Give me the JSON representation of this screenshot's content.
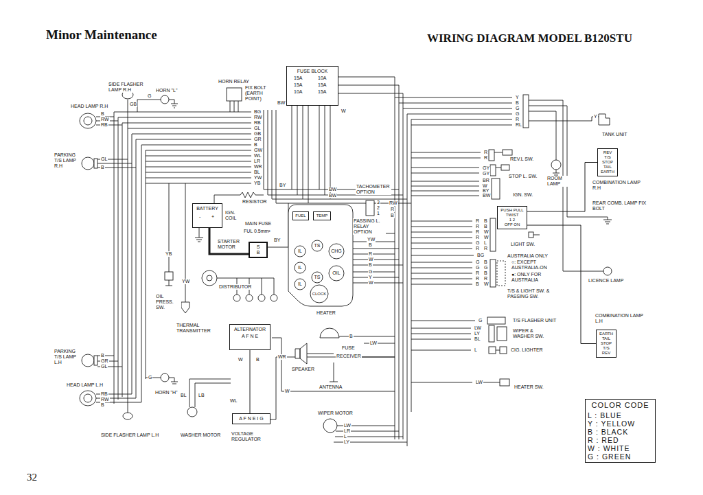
{
  "diagram": {
    "title": "WIRING DIAGRAM MODEL B120STU",
    "nodes": [
      {
        "text": [
          "FUSE BLOCK"
        ]
      },
      {
        "text": [
          "BATTERY"
        ]
      },
      {
        "text": [
          "S",
          "B"
        ]
      },
      {
        "text": [
          "ALTERNATOR",
          "A F N E"
        ]
      },
      {
        "text": [
          "A F N E I G"
        ]
      },
      {
        "text": [
          "FUEL"
        ]
      },
      {
        "text": [
          "TEMP"
        ]
      },
      {
        "text": [
          "REV",
          "T/S",
          "STOP",
          "TAIL",
          "EARTH"
        ]
      },
      {
        "text": [
          "PUSH PULL",
          "TWIST",
          "1 2",
          "OFF ON"
        ]
      },
      {
        "text": [
          "EARTH",
          "TAIL",
          "STOP",
          "T/S",
          "REV"
        ]
      },
      {
        "text": [
          "COLOR CODE"
        ]
      }
    ],
    "edges": [
      {
        "from": 1,
        "to": 2,
        "arrow": "none"
      },
      {
        "from": 3,
        "to": 4,
        "arrow": "none"
      },
      {
        "from": 8,
        "to": 7,
        "arrow": "none"
      },
      {
        "from": 8,
        "to": 9,
        "arrow": "none"
      }
    ],
    "labels": [
      "Minor Maintenance",
      "32",
      "SIDE FLASHER LAMP R.H",
      "HORN \"L\"",
      "G",
      "HEAD LAMP R.H",
      "B",
      "RW",
      "RB",
      "GB",
      "PARKING T/S LAMP R.H",
      "GL",
      "B",
      "HORN RELAY",
      "FIX BOLT (EARTH POINT)",
      "15A",
      "15A",
      "10A",
      "10A",
      "15A",
      "15A",
      "BW",
      "W",
      "BG",
      "RW",
      "RB",
      "GL",
      "GB",
      "GR",
      "B",
      "GW",
      "WL",
      "LR",
      "WR",
      "BL",
      "YW",
      "YB",
      "BY",
      "RESISTOR",
      "-",
      "+",
      "IGN. COIL",
      "MAIN FUSE",
      "FUL 0.5mm²",
      "STARTER MOTOR",
      "BY",
      "YB",
      "YW",
      "DISTRIBUTOR",
      "OIL PRESS. SW.",
      "THERMAL TRANSMITTER",
      "WR",
      "W",
      "W",
      "B",
      "PARKING T/S LAMP L.H",
      "B",
      "GR",
      "GL",
      "G",
      "HORN \"H\"",
      "HEAD LAMP L.H",
      "RB",
      "RW",
      "B",
      "SIDE FLASHER LAMP L.H",
      "WASHER MOTOR",
      "BL",
      "LB",
      "WL",
      "VOLTAGE REGULATOR",
      "BW",
      "BW",
      "TACHOMETER OPTION",
      "3",
      "2",
      "1",
      "RW",
      "R",
      "B",
      "PASSING L. RELAY OPTION",
      "YW",
      "B",
      "R",
      "W",
      "B",
      "G",
      "Y",
      "W",
      "IL",
      "IL",
      "IL",
      "TS",
      "TS",
      "CHG",
      "OIL",
      "CLOCK",
      "HEATER",
      "B",
      "LW",
      "FUSE",
      "RECEIVER",
      "SPEAKER",
      "ANTENNA",
      "WIPER MOTOR",
      "LW",
      "LR",
      "L",
      "LY",
      "Y",
      "B",
      "G",
      "G",
      "R",
      "RL",
      "Y",
      "TANK UNIT",
      "R",
      "R",
      "REV.L SW.",
      "GY",
      "GY",
      "STOP L. SW.",
      "ROOM LAMP",
      "BR",
      "W",
      "BY",
      "BW",
      "IGN. SW.",
      "COMBINATION LAMP R.H",
      "REAR COMB. LAMP FIX BOLT",
      "R",
      "R",
      "R",
      "R",
      "G",
      "R",
      "B",
      "B",
      "W",
      "W",
      "L",
      "R",
      "LIGHT SW.",
      "BG",
      "G",
      "G",
      "R",
      "R",
      "B",
      "B",
      "G",
      "B",
      "R",
      "W",
      "AUSTRALIA ONLY",
      "○: EXCEPT AUSTRALIA-ON",
      "●: ONLY FOR AUSTRALIA",
      "T/S & LIGHT SW. & PASSING SW.",
      "G",
      "T/S FLASHER UNIT",
      "LW",
      "LY",
      "BL",
      "L",
      "WIPER & WASHER SW.",
      "CIG. LIGHTER",
      "LW",
      "HEATER SW.",
      "LICENCE LAMP",
      "COMBINATION LAMP L.H"
    ],
    "legend": [
      {
        "text": "L : BLUE"
      },
      {
        "text": "Y : YELLOW"
      },
      {
        "text": "B : BLACK"
      },
      {
        "text": "R : RED"
      },
      {
        "text": "W : WHITE"
      },
      {
        "text": "G : GREEN"
      }
    ]
  }
}
